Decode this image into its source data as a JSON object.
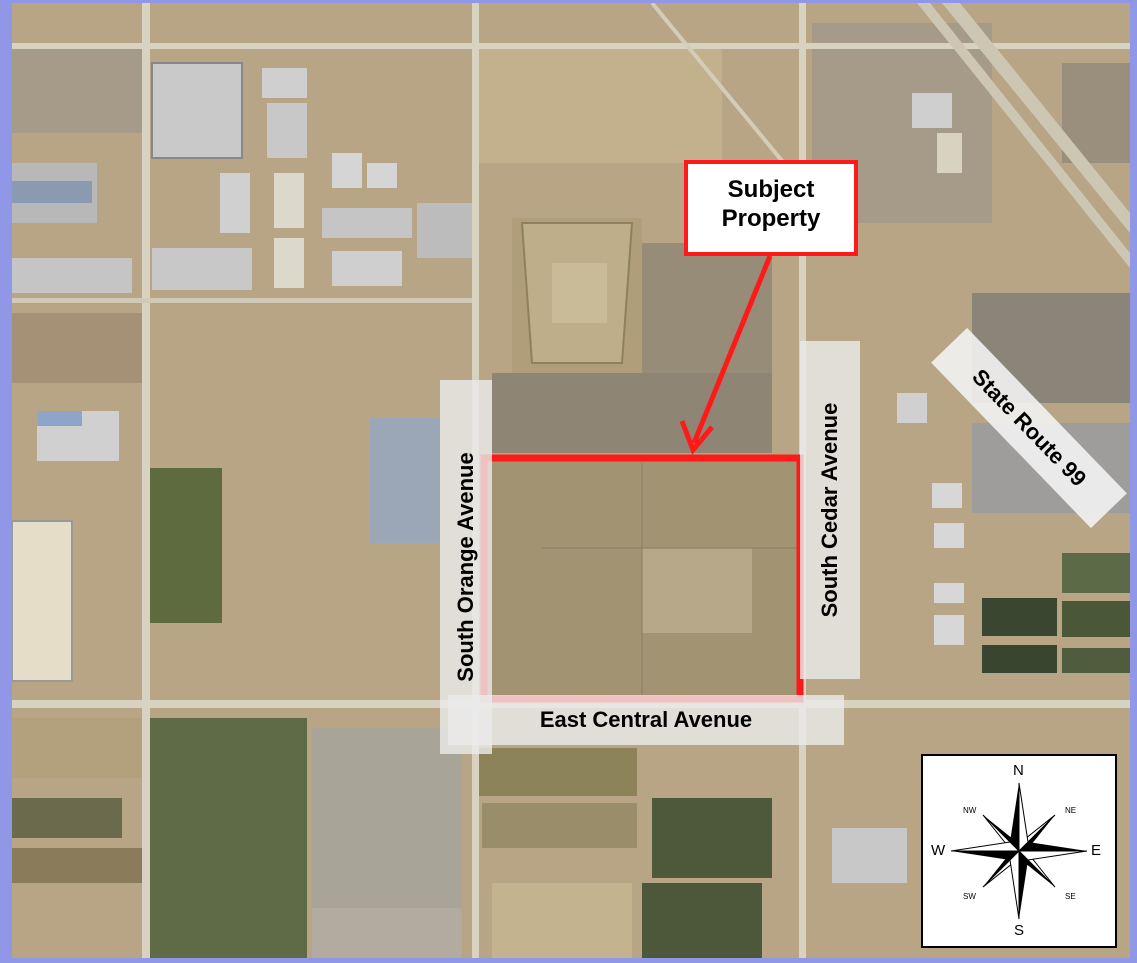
{
  "map": {
    "subject_label": [
      "Subject",
      "Property"
    ],
    "streets": {
      "central": "East Central Avenue",
      "orange": "South Orange Avenue",
      "cedar": "South Cedar Avenue",
      "route": "State Route 99"
    },
    "compass": {
      "n": "N",
      "s": "S",
      "e": "E",
      "w": "W",
      "ne": "NE",
      "nw": "NW",
      "se": "SE",
      "sw": "SW"
    },
    "colors": {
      "frame_border": "#8f97e6",
      "boundary": "#ff1a1a",
      "ground": "#b7a585",
      "road": "#d8d2c0"
    }
  }
}
